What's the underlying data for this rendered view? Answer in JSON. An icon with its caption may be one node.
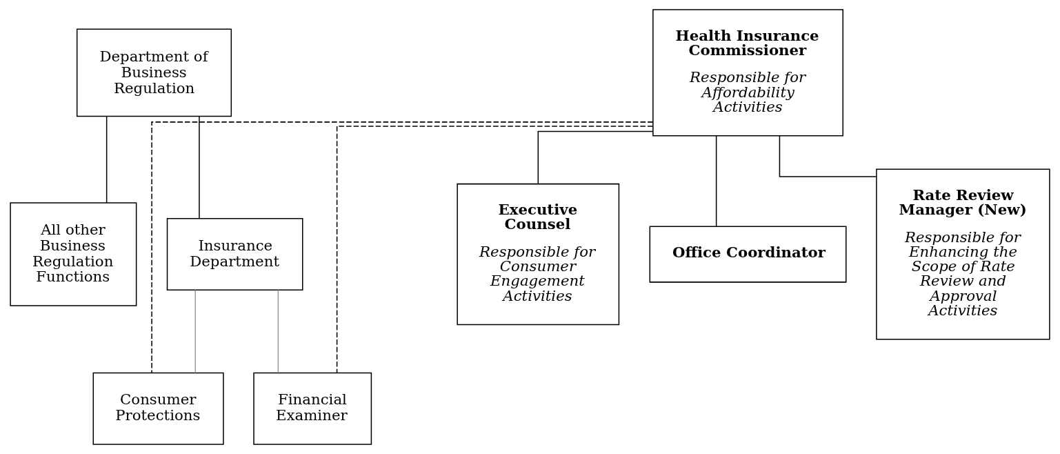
{
  "diagram": {
    "nodes": [
      {
        "text": [
          "Department of Business Regulation"
        ]
      },
      {
        "text": [
          "All other Business Regulation Functions"
        ]
      },
      {
        "text": [
          "Insurance Department"
        ]
      },
      {
        "text": [
          "Consumer Protections"
        ]
      },
      {
        "text": [
          "Financial Examiner"
        ]
      },
      {
        "text": [
          "Health Insurance Commissioner",
          "Responsible for Affordability Activities"
        ]
      },
      {
        "text": [
          "Executive Counsel",
          "Responsible for Consumer Engagement Activities"
        ]
      },
      {
        "text": [
          "Office Coordinator"
        ]
      },
      {
        "text": [
          "Rate Review Manager (New)",
          "Responsible for Enhancing the Scope of Rate Review and Approval Activities"
        ]
      }
    ],
    "edges": [
      {
        "from": 0,
        "to": 1,
        "arrow": "none"
      },
      {
        "from": 0,
        "to": 2,
        "arrow": "none"
      },
      {
        "from": 2,
        "to": 3,
        "arrow": "none",
        "color": "#9a9a9a"
      },
      {
        "from": 2,
        "to": 4,
        "arrow": "none",
        "color": "#9a9a9a"
      },
      {
        "from": 5,
        "to": 3,
        "arrow": "none",
        "style": "dashed"
      },
      {
        "from": 5,
        "to": 4,
        "arrow": "none",
        "style": "dashed"
      },
      {
        "from": 5,
        "to": 6,
        "arrow": "none"
      },
      {
        "from": 5,
        "to": 7,
        "arrow": "none"
      },
      {
        "from": 5,
        "to": 8,
        "arrow": "none"
      }
    ]
  }
}
